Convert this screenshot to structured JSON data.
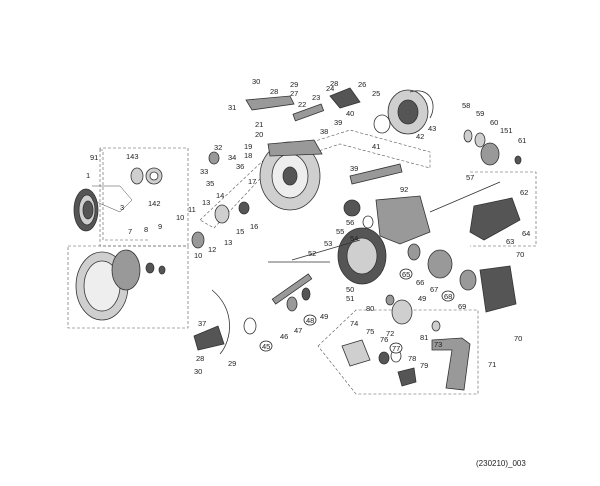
{
  "diagram": {
    "reference_code": "(230210)_003",
    "part_labels": {
      "p1": "1",
      "p3": "3",
      "p7": "7",
      "p8": "8",
      "p9": "9",
      "p10a": "10",
      "p10b": "10",
      "p11": "11",
      "p12": "12",
      "p13a": "13",
      "p13b": "13",
      "p14": "14",
      "p15": "15",
      "p16": "16",
      "p17": "17",
      "p18": "18",
      "p19": "19",
      "p20": "20",
      "p21": "21",
      "p22": "22",
      "p23": "23",
      "p24": "24",
      "p25": "25",
      "p26": "26",
      "p27": "27",
      "p28a": "28",
      "p28b": "28",
      "p28c": "28",
      "p29a": "29",
      "p29b": "29",
      "p30a": "30",
      "p30b": "30",
      "p31": "31",
      "p32": "32",
      "p33": "33",
      "p34": "34",
      "p35": "35",
      "p36": "36",
      "p37": "37",
      "p38": "38",
      "p39a": "39",
      "p39b": "39",
      "p40": "40",
      "p41": "41",
      "p42": "42",
      "p43": "43",
      "p46": "46",
      "p47": "47",
      "p49a": "49",
      "p49b": "49",
      "p50": "50",
      "p51": "51",
      "p52": "52",
      "p53": "53",
      "p54": "54",
      "p55": "55",
      "p56": "56",
      "p57": "57",
      "p58": "58",
      "p59": "59",
      "p60": "60",
      "p61": "61",
      "p62": "62",
      "p63": "63",
      "p64": "64",
      "p66": "66",
      "p67": "67",
      "p69": "69",
      "p70a": "70",
      "p70b": "70",
      "p71": "71",
      "p72": "72",
      "p73": "73",
      "p74": "74",
      "p75": "75",
      "p76": "76",
      "p78": "78",
      "p79": "79",
      "p80": "80",
      "p81": "81",
      "p91": "91",
      "p92": "92",
      "p142": "142",
      "p143": "143",
      "p151": "151"
    },
    "circled_labels": {
      "c45": "45",
      "c48": "48",
      "c65": "65",
      "c68": "68",
      "c77": "77"
    }
  }
}
